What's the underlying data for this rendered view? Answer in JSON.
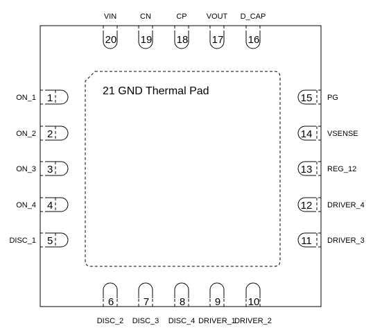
{
  "thermal_pad": {
    "label": "21 GND Thermal Pad"
  },
  "pins": {
    "left": [
      {
        "num": "1",
        "name": "ON_1"
      },
      {
        "num": "2",
        "name": "ON_2"
      },
      {
        "num": "3",
        "name": "ON_3"
      },
      {
        "num": "4",
        "name": "ON_4"
      },
      {
        "num": "5",
        "name": "DISC_1"
      }
    ],
    "bottom": [
      {
        "num": "6",
        "name": "DISC_2"
      },
      {
        "num": "7",
        "name": "DISC_3"
      },
      {
        "num": "8",
        "name": "DISC_4"
      },
      {
        "num": "9",
        "name": "DRIVER_1"
      },
      {
        "num": "10",
        "name": "DRIVER_2"
      }
    ],
    "right": [
      {
        "num": "11",
        "name": "DRIVER_3"
      },
      {
        "num": "12",
        "name": "DRIVER_4"
      },
      {
        "num": "13",
        "name": "REG_12"
      },
      {
        "num": "14",
        "name": "VSENSE"
      },
      {
        "num": "15",
        "name": "PG"
      }
    ],
    "top": [
      {
        "num": "16",
        "name": "D_CAP"
      },
      {
        "num": "17",
        "name": "VOUT"
      },
      {
        "num": "18",
        "name": "CP"
      },
      {
        "num": "19",
        "name": "CN"
      },
      {
        "num": "20",
        "name": "VIN"
      }
    ]
  }
}
